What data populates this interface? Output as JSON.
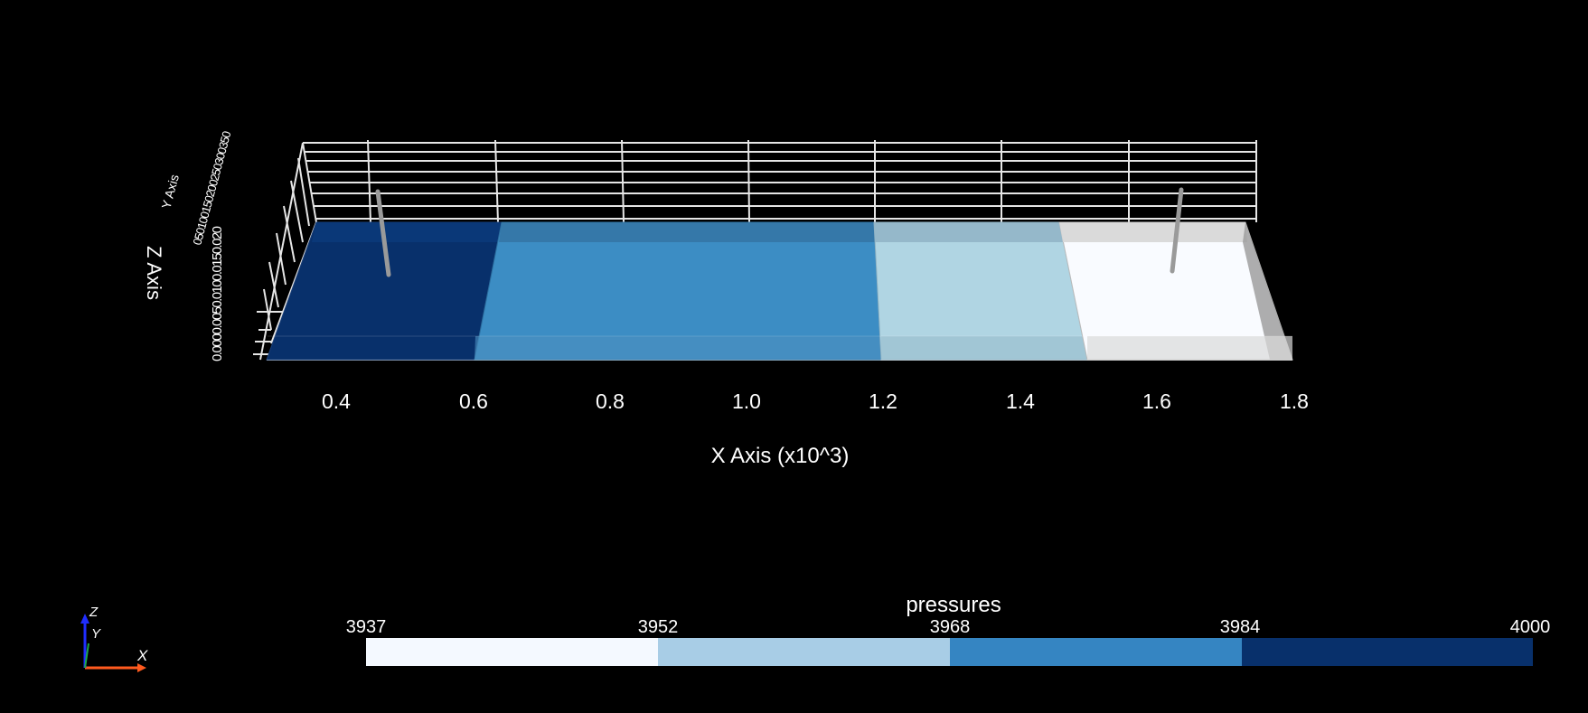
{
  "scene": {
    "background": "#000000",
    "axes": {
      "x_title": "X Axis (x10^3)",
      "y_title": "Y Axis",
      "z_title": "Z Axis",
      "x_ticks": [
        "0.4",
        "0.6",
        "0.8",
        "1.0",
        "1.2",
        "1.4",
        "1.6",
        "1.8"
      ],
      "y_ticks_overlapped": "050100150200250300350",
      "z_ticks_overlapped": "0.0000.0050.0100.0150.020",
      "grid_color": "#e6e6e6"
    },
    "blocks": [
      {
        "x_range": [
          0.3,
          0.6
        ],
        "color": "#08306b"
      },
      {
        "x_range": [
          0.6,
          1.2
        ],
        "color": "#3c8dc4"
      },
      {
        "x_range": [
          1.2,
          1.5
        ],
        "color": "#b0d5e3"
      },
      {
        "x_range": [
          1.5,
          1.8
        ],
        "color": "#f9fbff"
      }
    ],
    "wells": [
      {
        "x": 0.47
      },
      {
        "x": 1.63
      }
    ]
  },
  "colorbar": {
    "title": "pressures",
    "tick_labels": [
      "3937",
      "3952",
      "3968",
      "3984",
      "4000"
    ],
    "segments": [
      "#f4f9ff",
      "#a8cde6",
      "#3585c2",
      "#08306b"
    ]
  },
  "orientation": {
    "x_label": "X",
    "y_label": "Y",
    "z_label": "Z",
    "x_color": "#ff5a1e",
    "y_color": "#1fa84a",
    "z_color": "#1f2dff"
  }
}
